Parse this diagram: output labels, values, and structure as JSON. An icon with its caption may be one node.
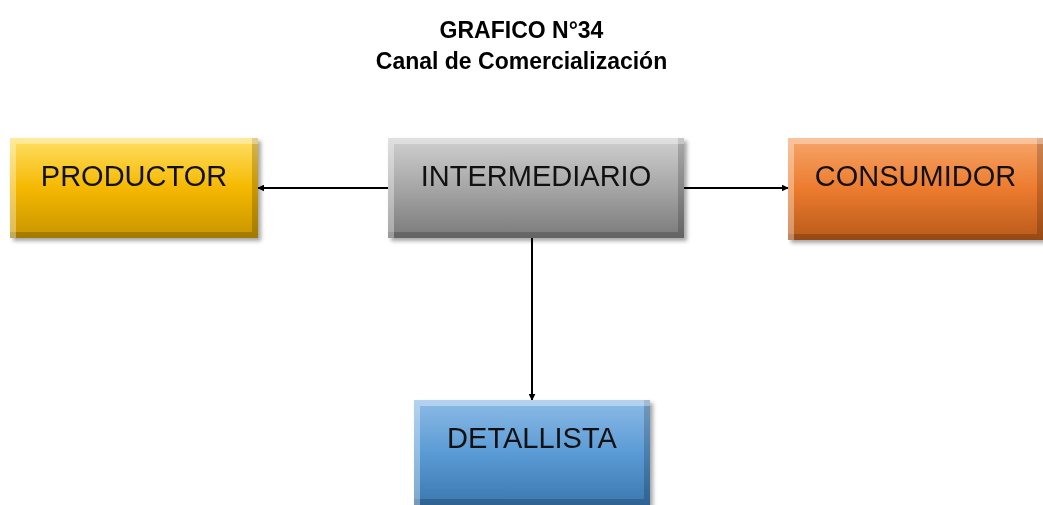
{
  "diagram": {
    "title": "GRAFICO N°34",
    "nodes": [
      {
        "text": [
          "PRODUCTOR"
        ]
      },
      {
        "text": [
          "INTERMEDIARIO"
        ]
      },
      {
        "text": [
          "CONSUMIDOR"
        ]
      },
      {
        "text": [
          "DETALLISTA"
        ]
      }
    ],
    "edges": [
      {
        "from": 1,
        "to": 0,
        "arrow": "to"
      },
      {
        "from": 1,
        "to": 2,
        "arrow": "to"
      },
      {
        "from": 1,
        "to": 3,
        "arrow": "to"
      }
    ],
    "labels": [
      "Canal de Comercialización"
    ]
  }
}
